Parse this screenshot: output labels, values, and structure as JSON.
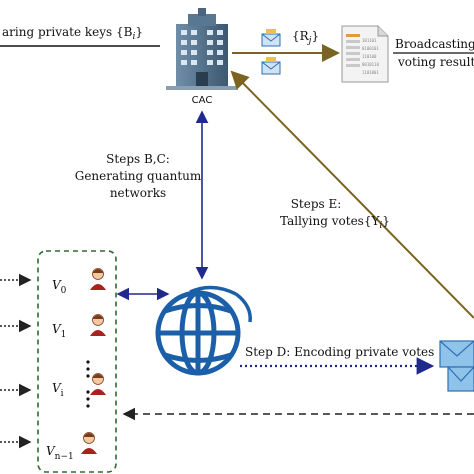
{
  "header": {
    "sharing_text": "aring private keys {B",
    "sharing_sub": "i",
    "sharing_close": "}"
  },
  "cac": {
    "label": "CAC"
  },
  "results": {
    "set_open": "{R",
    "set_sub": "j",
    "set_close": "}",
    "broadcast_line1": "Broadcasting",
    "broadcast_line2": "voting result"
  },
  "steps_bc": {
    "line1": "Steps B,C:",
    "line2": "Generating quantum",
    "line3": "networks"
  },
  "steps_e": {
    "line1": "Steps E:",
    "line2": "Tallying votes{Y",
    "line2_sub": "i",
    "line2_close": "}"
  },
  "step_d": {
    "label": "Step D: Encoding private votes"
  },
  "voters": [
    {
      "sym": "V",
      "sub": "0"
    },
    {
      "sym": "V",
      "sub": "1"
    },
    {
      "sym": "V",
      "sub": "i"
    },
    {
      "sym": "V",
      "sub": "n−1"
    }
  ],
  "colors": {
    "blue_arrow": "#1f2a8c",
    "brown_arrow": "#7a6420",
    "dashed_box": "#2e6b2e",
    "globe": "#1a5fa8"
  }
}
